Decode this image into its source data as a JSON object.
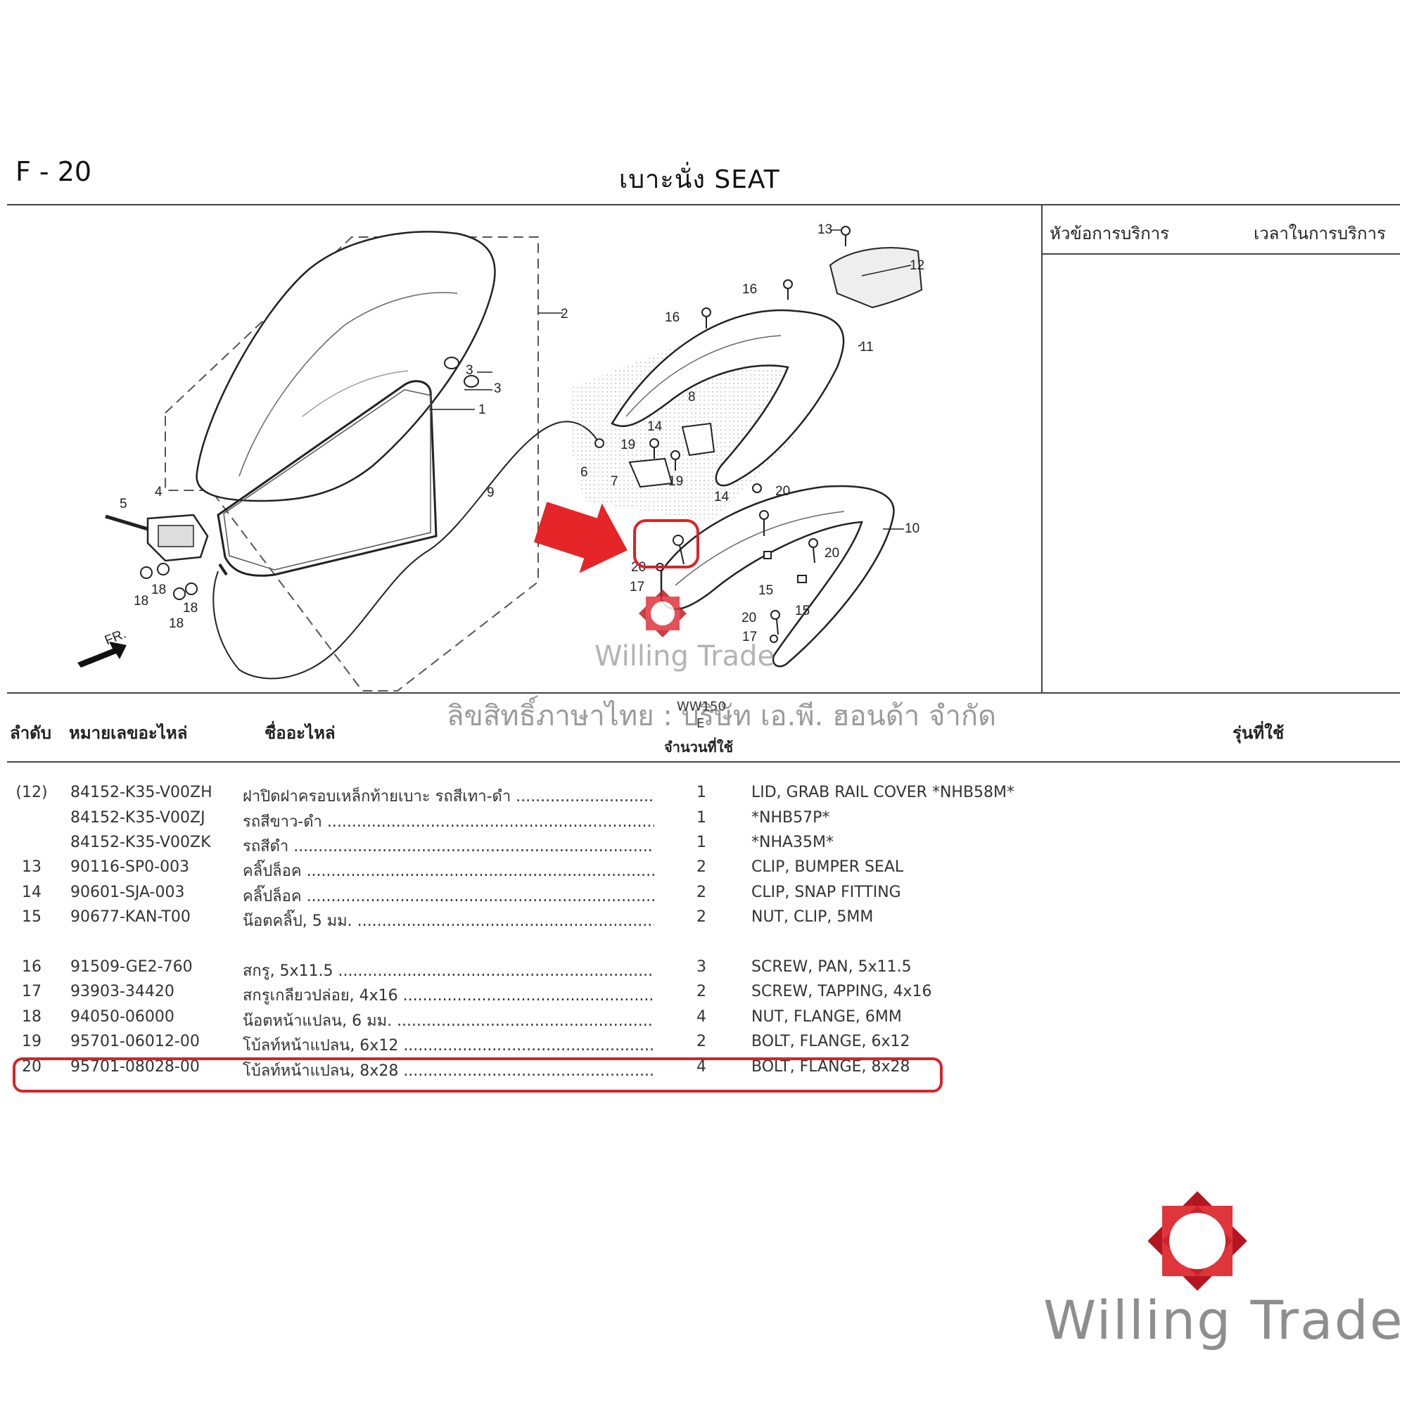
{
  "header": {
    "section_code": "F - 20",
    "title": "เบาะนั่ง  SEAT",
    "service_topic_label": "หัวข้อการบริการ",
    "service_time_label": "เวลาในการบริการ"
  },
  "diagram": {
    "callouts": [
      "1",
      "2",
      "3",
      "3",
      "4",
      "5",
      "6",
      "7",
      "8",
      "9",
      "10",
      "11",
      "12",
      "13",
      "14",
      "14",
      "15",
      "15",
      "16",
      "16",
      "17",
      "17",
      "18",
      "18",
      "18",
      "18",
      "19",
      "19",
      "20",
      "20",
      "20",
      "20"
    ],
    "front_label": "FR."
  },
  "watermark": {
    "small_brand": "Willing Trade",
    "copyright": "ลิขสิทธิ์ภาษาไทย : บริษัท เอ.พี. ฮอนด้า จำกัด"
  },
  "table": {
    "headers": {
      "index": "ลำดับ",
      "part_no": "หมายเลขอะไหล่",
      "part_name": "ชื่ออะไหล่",
      "model_code": "WW150",
      "model_sub": "E",
      "qty": "จำนวนที่ใช้",
      "models": "รุ่นที่ใช้"
    },
    "rows": [
      {
        "idx": "(12)",
        "part_no": "84152-K35-V00ZH",
        "thai": "ฝาปิดฝาครอบเหล็กท้ายเบาะ รถสีเทา-ดำ",
        "qty": "1",
        "eng": "LID, GRAB RAIL COVER *NHB58M*"
      },
      {
        "idx": "",
        "part_no": "84152-K35-V00ZJ",
        "thai": "รถสีขาว-ดำ",
        "qty": "1",
        "eng": "*NHB57P*"
      },
      {
        "idx": "",
        "part_no": "84152-K35-V00ZK",
        "thai": "รถสีดำ",
        "qty": "1",
        "eng": "*NHA35M*"
      },
      {
        "idx": "13",
        "part_no": "90116-SP0-003",
        "thai": "คลิ๊ปล็อค",
        "qty": "2",
        "eng": "CLIP, BUMPER SEAL"
      },
      {
        "idx": "14",
        "part_no": "90601-SJA-003",
        "thai": "คลิ๊ปล็อค",
        "qty": "2",
        "eng": "CLIP, SNAP FITTING"
      },
      {
        "idx": "15",
        "part_no": "90677-KAN-T00",
        "thai": "น๊อตคลิ๊ป, 5 มม.",
        "qty": "2",
        "eng": "NUT, CLIP, 5MM"
      },
      {
        "idx": "16",
        "part_no": "91509-GE2-760",
        "thai": "สกรู, 5x11.5",
        "qty": "3",
        "eng": "SCREW, PAN, 5x11.5"
      },
      {
        "idx": "17",
        "part_no": "93903-34420",
        "thai": "สกรูเกลียวปล่อย, 4x16",
        "qty": "2",
        "eng": "SCREW, TAPPING, 4x16"
      },
      {
        "idx": "18",
        "part_no": "94050-06000",
        "thai": "น๊อตหน้าแปลน, 6 มม.",
        "qty": "4",
        "eng": "NUT, FLANGE, 6MM"
      },
      {
        "idx": "19",
        "part_no": "95701-06012-00",
        "thai": "โบ้ลท์หน้าแปลน, 6x12",
        "qty": "2",
        "eng": "BOLT, FLANGE, 6x12"
      },
      {
        "idx": "20",
        "part_no": "95701-08028-00",
        "thai": "โบ้ลท์หน้าแปลน, 8x28",
        "qty": "4",
        "eng": "BOLT, FLANGE, 8x28"
      }
    ]
  },
  "brand": {
    "name": "Willing Trade",
    "accent": "#d8232a"
  }
}
